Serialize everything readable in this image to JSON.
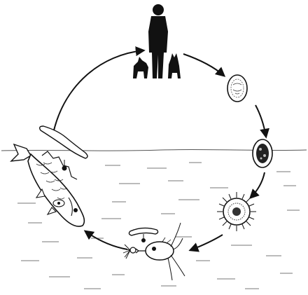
{
  "figure": {
    "subject": "life cycle",
    "stages": [
      {
        "id": "definitive-hosts",
        "icon": "human-and-animals-icon"
      },
      {
        "id": "egg-in-feces",
        "icon": "egg-icon"
      },
      {
        "id": "embryonated-egg-in-water",
        "icon": "embryonated-egg-icon"
      },
      {
        "id": "coracidium",
        "icon": "ciliated-larva-icon"
      },
      {
        "id": "copepod-first-intermediate-host",
        "icon": "copepod-icon"
      },
      {
        "id": "fish-second-intermediate-host",
        "icon": "fish-icon"
      }
    ],
    "colors": {
      "ink": "#111111",
      "paper": "#ffffff",
      "water": "#555555"
    }
  }
}
